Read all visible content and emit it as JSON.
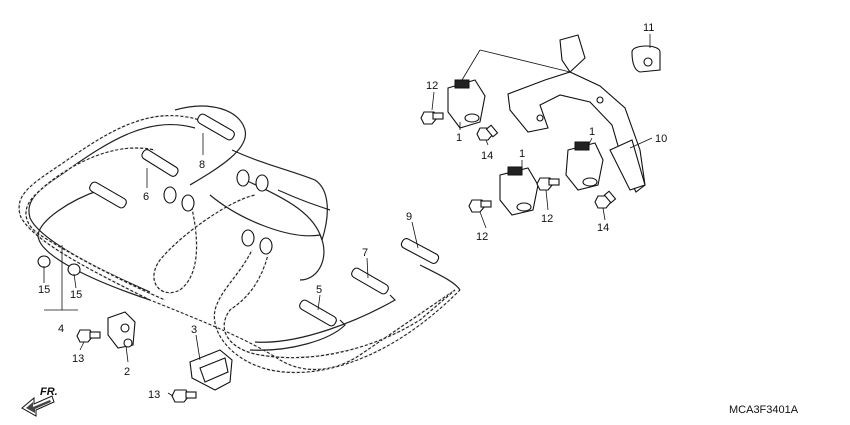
{
  "diagram": {
    "code": "MCA3F3401A",
    "direction_label": "FR.",
    "callouts": [
      {
        "id": "c1a",
        "text": "1"
      },
      {
        "id": "c1b",
        "text": "1"
      },
      {
        "id": "c1c",
        "text": "1"
      },
      {
        "id": "c2",
        "text": "2"
      },
      {
        "id": "c3",
        "text": "3"
      },
      {
        "id": "c4",
        "text": "4"
      },
      {
        "id": "c5",
        "text": "5"
      },
      {
        "id": "c6",
        "text": "6"
      },
      {
        "id": "c7",
        "text": "7"
      },
      {
        "id": "c8",
        "text": "8"
      },
      {
        "id": "c9",
        "text": "9"
      },
      {
        "id": "c10",
        "text": "10"
      },
      {
        "id": "c11",
        "text": "11"
      },
      {
        "id": "c12a",
        "text": "12"
      },
      {
        "id": "c12b",
        "text": "12"
      },
      {
        "id": "c12c",
        "text": "12"
      },
      {
        "id": "c13a",
        "text": "13"
      },
      {
        "id": "c13b",
        "text": "13"
      },
      {
        "id": "c14a",
        "text": "14"
      },
      {
        "id": "c14b",
        "text": "14"
      },
      {
        "id": "c15a",
        "text": "15"
      },
      {
        "id": "c15b",
        "text": "15"
      }
    ]
  }
}
